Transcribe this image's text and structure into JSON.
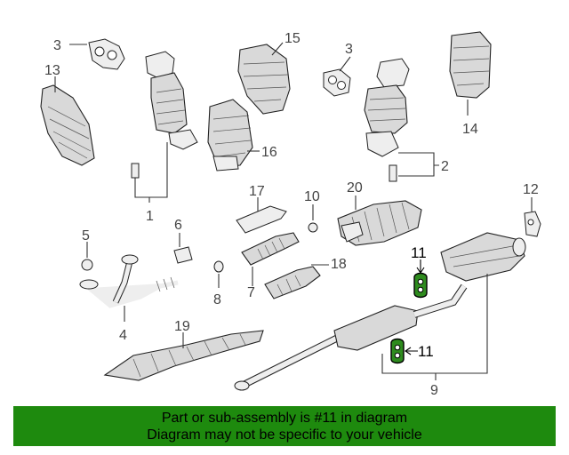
{
  "callouts": {
    "c3a": "3",
    "c13": "13",
    "c15": "15",
    "c3b": "3",
    "c16": "16",
    "c14": "14",
    "c2": "2",
    "c1": "1",
    "c17": "17",
    "c10": "10",
    "c20": "20",
    "c12": "12",
    "c5": "5",
    "c6": "6",
    "c8": "8",
    "c7": "7",
    "c18": "18",
    "c11a": "11",
    "c11b": "11",
    "c4": "4",
    "c19": "19",
    "c9": "9"
  },
  "banner": {
    "line1": "Part or sub-assembly is #11 in diagram",
    "line2": "Diagram may not be specific to your vehicle"
  },
  "colors": {
    "highlight": "#2e8b1e",
    "banner": "#1e8a0e"
  }
}
